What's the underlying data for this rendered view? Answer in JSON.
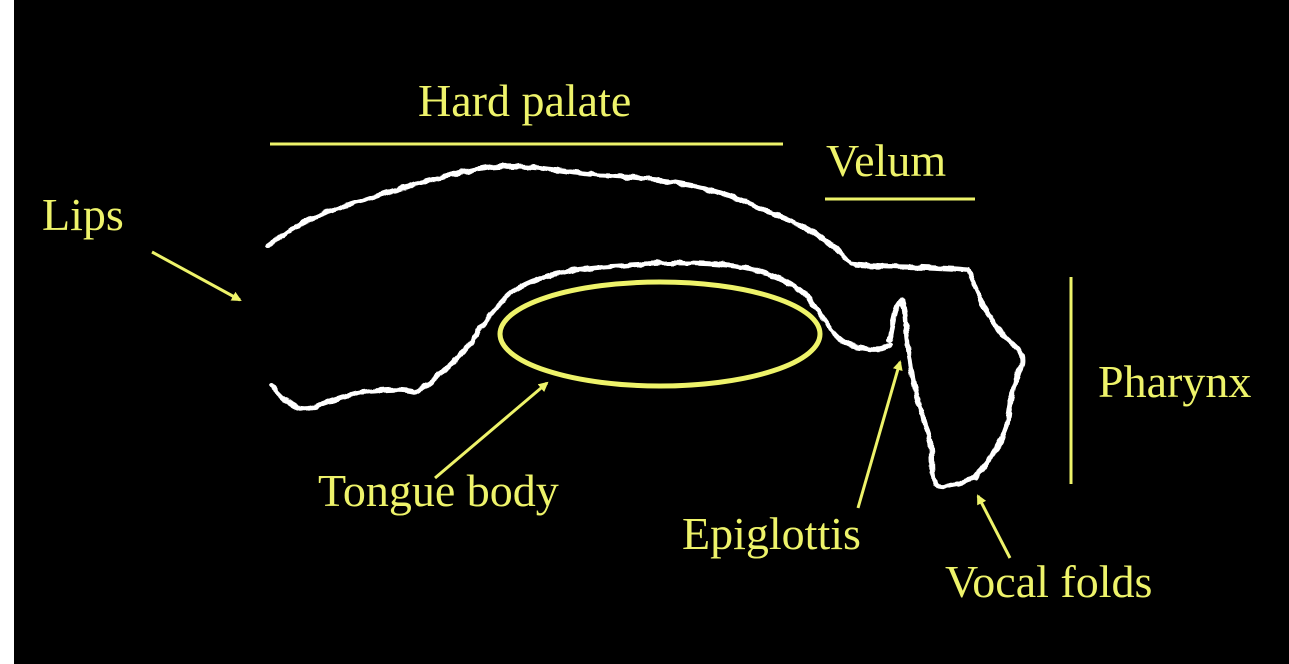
{
  "diagram": {
    "background_color": "#000000",
    "outline_color": "#ffffff",
    "label_color": "#eef36a",
    "labels": {
      "hard_palate": "Hard palate",
      "velum": "Velum",
      "lips": "Lips",
      "pharynx": "Pharynx",
      "tongue_body": "Tongue body",
      "epiglottis": "Epiglottis",
      "vocal_folds": "Vocal folds"
    }
  }
}
